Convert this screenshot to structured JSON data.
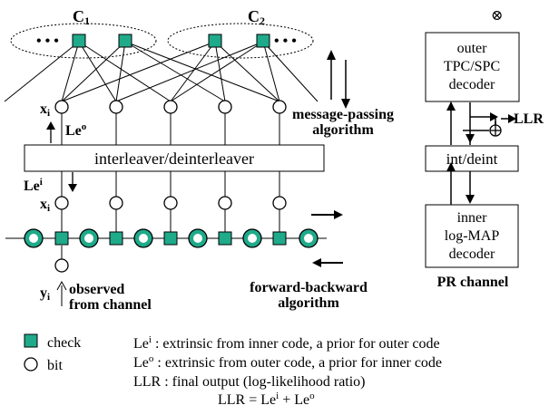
{
  "colors": {
    "check_fill": "#1faa8a",
    "line": "#000000",
    "box_fill": "#ffffff"
  },
  "labels": {
    "c1": "C",
    "c1_sub": "1",
    "c2": "C",
    "c2_sub": "2",
    "dots_left": "• • •",
    "dots_right": "• • •",
    "xi_top": "x",
    "xi_top_sub": "i",
    "xi_mid": "x",
    "xi_mid_sub": "i",
    "leo": "Le",
    "leo_sup": "o",
    "lei": "Le",
    "lei_sup": "i",
    "interleaver": "interleaver/deinterleaver",
    "message_passing_1": "message-passing",
    "message_passing_2": "algorithm",
    "yi": "y",
    "yi_sub": "i",
    "observed_1": "observed",
    "observed_2": "from channel",
    "fb_1": "forward-backward",
    "fb_2": "algorithm",
    "outer_1": "outer",
    "outer_2": "TPC/SPC",
    "outer_3": "decoder",
    "llr": "LLR",
    "int_deint": "int/deint",
    "inner_1": "inner",
    "inner_2": "log-MAP",
    "inner_3": "decoder",
    "pr_channel": "PR channel",
    "corner_symbol": "⊗"
  },
  "legend": {
    "check": "check",
    "bit": "bit",
    "lei_prefix": "Le",
    "lei_sup": "i",
    "lei_text": " : extrinsic from inner code, a prior for outer code",
    "leo_prefix": "Le",
    "leo_sup": "o",
    "leo_text": " : extrinsic from outer code, a prior for inner code",
    "llr_line": "LLR : final output (log-likelihood ratio)",
    "eq_a": "LLR = Le",
    "eq_a_sup": "i",
    "eq_b": " + Le",
    "eq_b_sup": "o"
  }
}
